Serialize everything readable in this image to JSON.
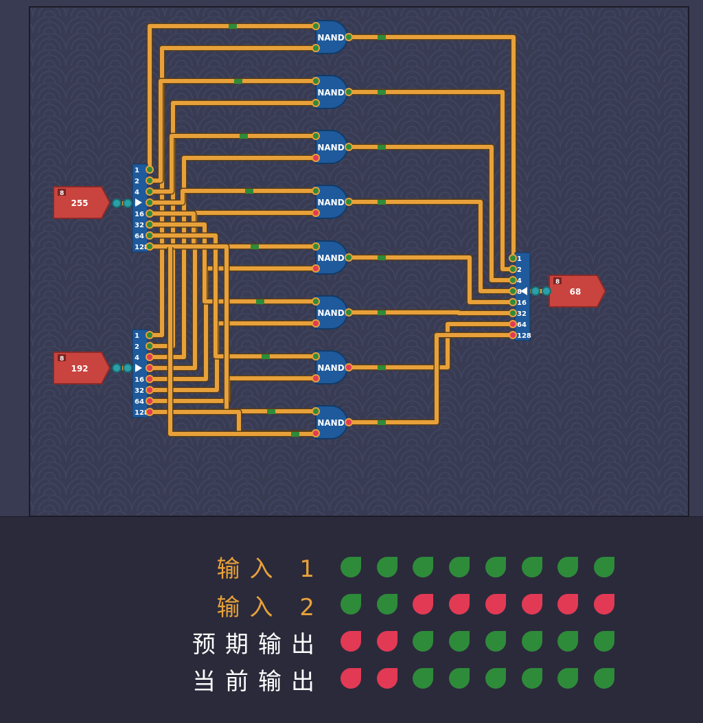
{
  "circuit": {
    "inputs": [
      {
        "bits": "8",
        "value": "255"
      },
      {
        "bits": "8",
        "value": "192"
      }
    ],
    "output": {
      "bits": "8",
      "value": "68"
    },
    "gate_label": "NAND",
    "bit_labels": [
      "1",
      "2",
      "4",
      "8",
      "16",
      "32",
      "64",
      "128"
    ],
    "splitter_a_bits": [
      1,
      1,
      1,
      1,
      1,
      1,
      1,
      1
    ],
    "splitter_b_bits": [
      1,
      1,
      0,
      0,
      0,
      0,
      0,
      0
    ],
    "joiner_bits": [
      1,
      1,
      1,
      1,
      1,
      1,
      0,
      0
    ]
  },
  "test_panel": {
    "rows": [
      {
        "label": "输入 1",
        "bits": [
          1,
          1,
          1,
          1,
          1,
          1,
          1,
          1
        ],
        "kind": "in"
      },
      {
        "label": "输入 2",
        "bits": [
          1,
          1,
          0,
          0,
          0,
          0,
          0,
          0
        ],
        "kind": "in"
      },
      {
        "label": "预期输出",
        "bits": [
          0,
          0,
          1,
          1,
          1,
          1,
          1,
          1
        ],
        "kind": "out"
      },
      {
        "label": "当前输出",
        "bits": [
          0,
          0,
          1,
          1,
          1,
          1,
          1,
          1
        ],
        "kind": "out"
      }
    ]
  },
  "colors": {
    "wire": "#e8a13a",
    "wire_on": "#2e8b3a",
    "gate": "#1e5a9c",
    "io_box": "#c9443f",
    "pin_on": "#2e8b3a",
    "pin_off": "#e23a55"
  }
}
